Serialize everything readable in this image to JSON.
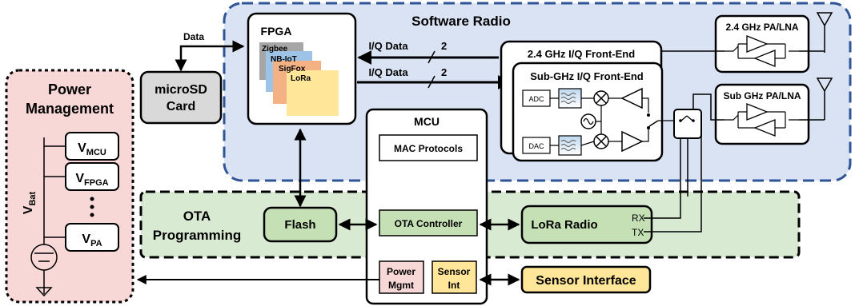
{
  "software_radio": {
    "title": "Software Radio",
    "fpga": {
      "title": "FPGA",
      "protocols": [
        "Zigbee",
        "NB-IoT",
        "SigFox",
        "LoRa"
      ],
      "protocol_colors": [
        "#a6a6a6",
        "#9dc3e6",
        "#f4b183",
        "#ffe699"
      ]
    },
    "iq_data_top": "I/Q Data",
    "iq_data_bottom": "I/Q Data",
    "bus_width_top": "2",
    "bus_width_bottom": "2",
    "frontend_24": "2.4 GHz I/Q Front-End",
    "frontend_subghz": "Sub-GHz I/Q Front-End",
    "adc": "ADC",
    "dac": "DAC",
    "pa_lna_24": "2.4 GHz PA/LNA",
    "pa_lna_sub": "Sub GHz PA/LNA"
  },
  "storage": {
    "data_label": "Data",
    "microsd_line1": "microSD",
    "microsd_line2": "Card"
  },
  "mcu": {
    "title": "MCU",
    "mac": "MAC Protocols",
    "ota_controller": "OTA Controller",
    "power_line1": "Power",
    "power_line2": "Mgmt",
    "sensor_line1": "Sensor",
    "sensor_line2": "Int"
  },
  "ota": {
    "title_line1": "OTA",
    "title_line2": "Programming",
    "flash": "Flash",
    "lora_radio": "LoRa Radio",
    "rx": "RX",
    "tx": "TX"
  },
  "power_management": {
    "title_line1": "Power",
    "title_line2": "Management",
    "vbat": "V",
    "vbat_sub": "Bat",
    "rails": [
      {
        "v": "V",
        "sub": "MCU"
      },
      {
        "v": "V",
        "sub": "FPGA"
      },
      {
        "v": "V",
        "sub": "PA"
      }
    ]
  },
  "sensor_interface": "Sensor Interface",
  "colors": {
    "software_radio_fill": "#dae3f3",
    "software_radio_border": "#2f5597",
    "ota_fill": "#d9ead3",
    "ota_inner": "#c5e0b4",
    "power_fill": "#f8d7d7",
    "microsd_fill": "#d9d9d9",
    "sensor_fill": "#ffe699"
  }
}
